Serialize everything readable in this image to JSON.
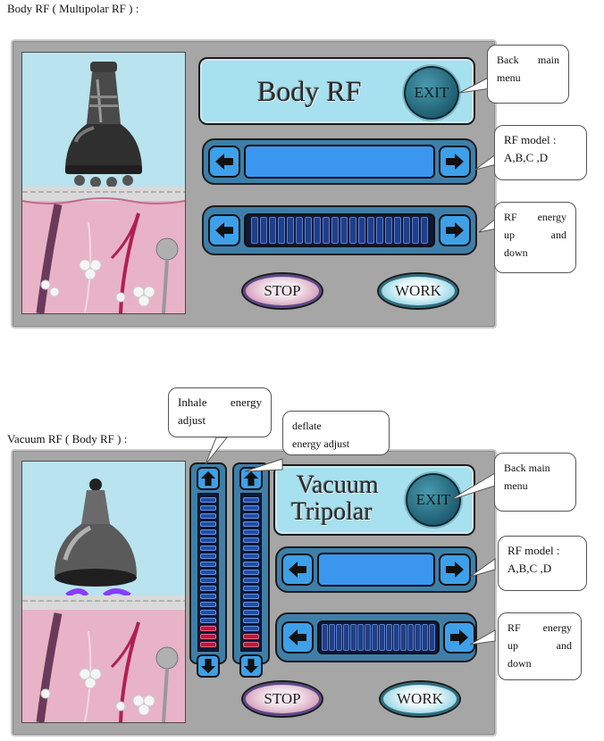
{
  "section1": {
    "heading": "Body RF ( Multipolar RF ) :",
    "title": "Body RF",
    "exit_label": "EXIT",
    "stop_label": "STOP",
    "work_label": "WORK",
    "callout_back": "Back main menu",
    "callout_model_1": "RF model :",
    "callout_model_2": "A,B,C ,D",
    "callout_energy_1": "RF energy",
    "callout_energy_2": "up and",
    "callout_energy_3": "down"
  },
  "section2": {
    "heading": "Vacuum RF ( Body RF ) :",
    "title_line1": "Vacuum",
    "title_line2": "Tripolar",
    "exit_label": "EXIT",
    "stop_label": "STOP",
    "work_label": "WORK",
    "callout_inhale_1": "Inhale energy",
    "callout_inhale_2": "adjust",
    "callout_deflate_1": "deflate",
    "callout_deflate_2": "energy adjust",
    "callout_back": "Back main menu",
    "callout_model_1": "RF model :",
    "callout_model_2": "A,B,C ,D",
    "callout_energy_1": "RF energy",
    "callout_energy_2": "up and",
    "callout_energy_3": "down"
  },
  "colors": {
    "panel": "#a6a6a6",
    "screen_bg": "#a7e0ee",
    "control_blue": "#3e7fa9",
    "button_blue": "#3ea0e8",
    "energy_dark": "#0e1838"
  },
  "icons": [
    "left-arrow-icon",
    "right-arrow-icon",
    "up-arrow-icon",
    "down-arrow-icon",
    "rf-handpiece-image",
    "skin-cross-section-image"
  ]
}
